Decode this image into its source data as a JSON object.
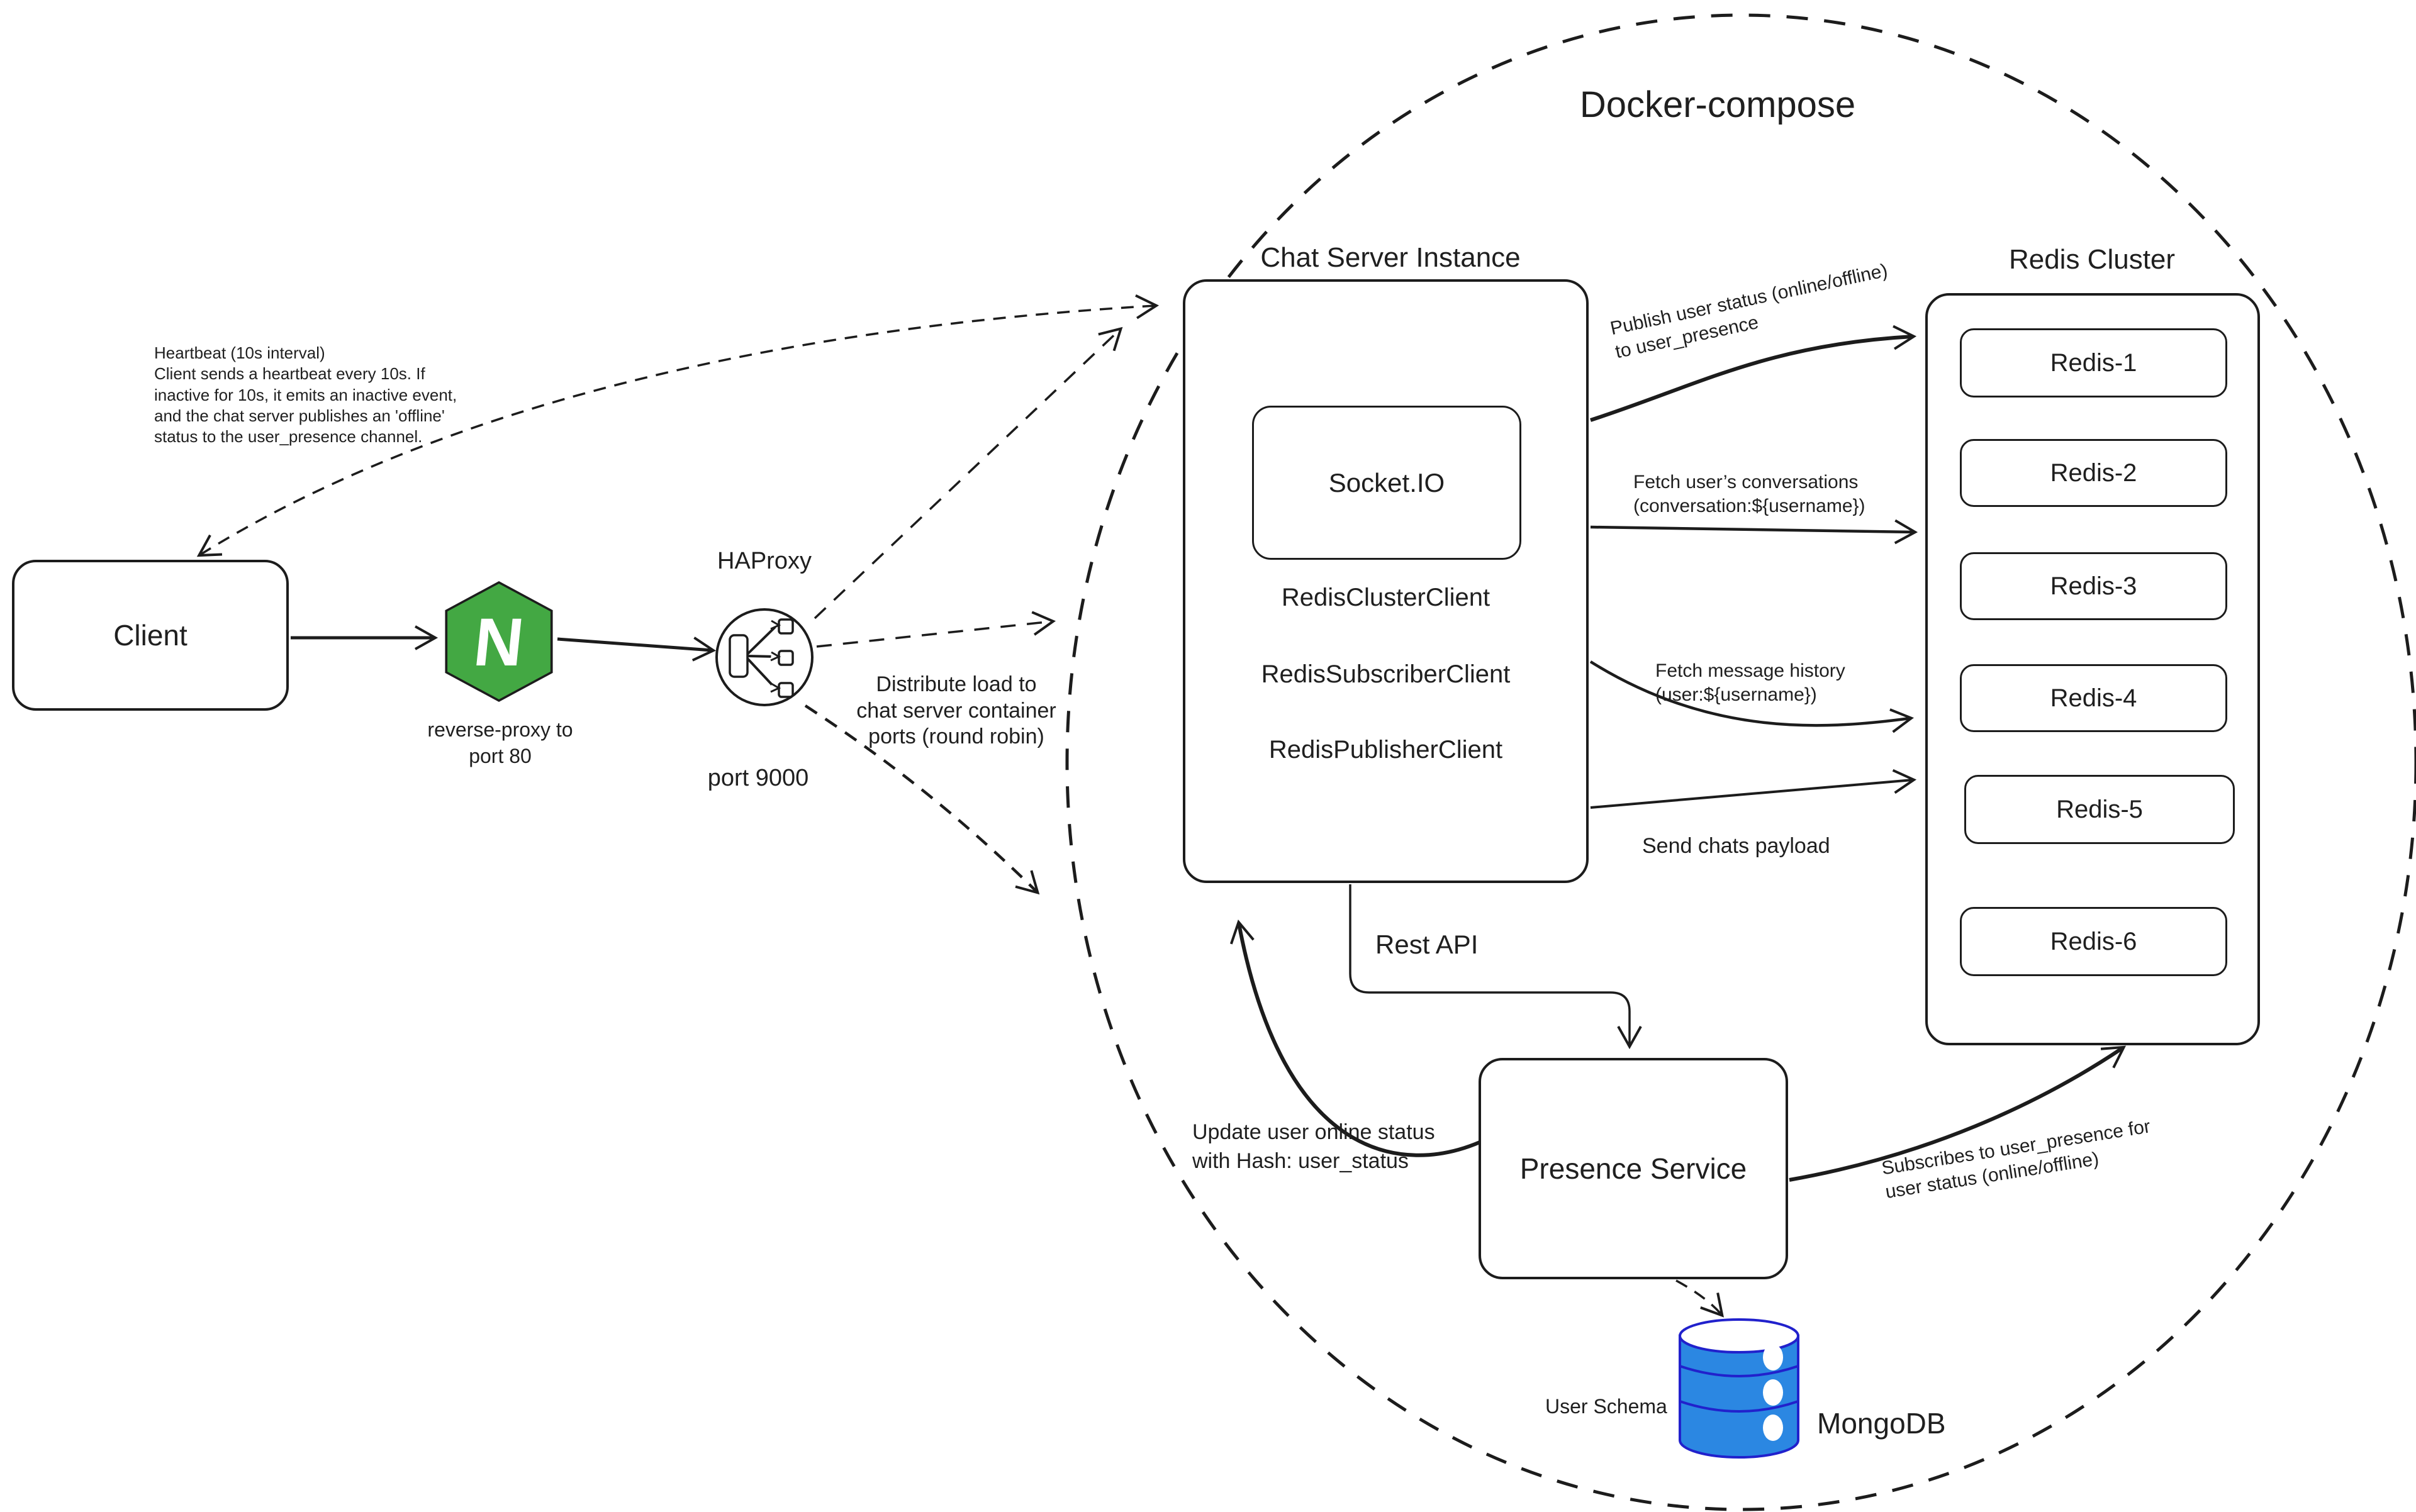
{
  "diagram_title": "Docker-compose",
  "colors": {
    "ink": "#1c1c1c",
    "nginx_green": "#43a843",
    "mongo_blue": "#2b87e2",
    "mongo_stroke": "#2121cc"
  },
  "client": {
    "label": "Client"
  },
  "nginx": {
    "letter": "N",
    "caption_line1": "reverse-proxy to",
    "caption_line2": "port 80"
  },
  "haproxy": {
    "title": "HAProxy",
    "caption": "port 9000"
  },
  "heartbeat_note": {
    "lines": [
      "Heartbeat (10s interval)",
      "Client sends a heartbeat every 10s. If",
      "inactive for 10s, it emits an inactive event,",
      "and the chat server publishes an 'offline'",
      "status to the user_presence channel."
    ]
  },
  "distribute_note": {
    "lines": [
      "Distribute load to",
      "chat server container",
      "ports (round robin)"
    ]
  },
  "chat_server": {
    "title": "Chat Server Instance",
    "socket_label": "Socket.IO",
    "clients": [
      "RedisClusterClient",
      "RedisSubscriberClient",
      "RedisPublisherClient"
    ]
  },
  "redis_cluster": {
    "title": "Redis Cluster",
    "nodes": [
      "Redis-1",
      "Redis-2",
      "Redis-3",
      "Redis-4",
      "Redis-5",
      "Redis-6"
    ]
  },
  "presence": {
    "label": "Presence Service"
  },
  "mongodb": {
    "label": "MongoDB",
    "schema_label": "User Schema"
  },
  "annotations": {
    "publish": {
      "line1": "Publish user status (online/offline)",
      "line2": "to user_presence"
    },
    "fetch_conversations": {
      "line1": "Fetch user’s conversations",
      "line2": "(conversation:${username})"
    },
    "fetch_history": {
      "line1": "Fetch message history",
      "line2": "(user:${username})"
    },
    "send_chats": "Send chats payload",
    "rest_api": "Rest API",
    "update_status": {
      "line1": "Update user online status",
      "line2": "with Hash: user_status"
    },
    "subscribes": {
      "line1": "Subscribes to user_presence for",
      "line2": "user status (online/offline)"
    }
  }
}
